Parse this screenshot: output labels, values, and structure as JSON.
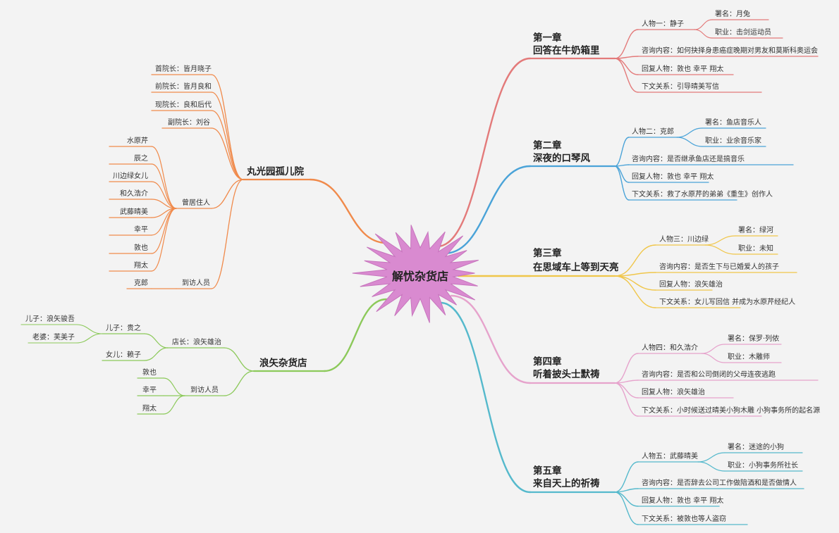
{
  "center": "解忧杂货店",
  "colors": {
    "ch1": "#e37a7a",
    "ch2": "#4aa3d8",
    "ch3": "#f0c64a",
    "ch4": "#e6a3cc",
    "ch5": "#55b9cc",
    "orphanage": "#f08a4b",
    "shop": "#8cc95a",
    "center_fill": "#d98ad0",
    "background": "#f3f3f3"
  },
  "chapters": [
    {
      "title1": "第一章",
      "title2": "回答在牛奶箱里",
      "person": "人物一：静子",
      "alias": "署名：月兔",
      "job": "职业：击剑运动员",
      "consult": "咨询内容：如何抉择身患癌症晚期对男友和莫斯科奥运会",
      "reply": "回复人物：敦也 幸平 翔太",
      "next": "下文关系：引导晴美写信"
    },
    {
      "title1": "第二章",
      "title2": "深夜的口琴风",
      "person": "人物二：克郎",
      "alias": "署名：鱼店音乐人",
      "job": "职业：业余音乐家",
      "consult": "咨询内容：是否继承鱼店还是搞音乐",
      "reply": "回复人物：敦也 幸平 翔太",
      "next": "下文关系：救了水原芹的弟弟《重生》创作人"
    },
    {
      "title1": "第三章",
      "title2": "在思域车上等到天亮",
      "person": "人物三：川边绿",
      "alias": "署名：绿河",
      "job": "职业：未知",
      "consult": "咨询内容：是否生下与已婚爱人的孩子",
      "reply": "回复人物：浪矢雄治",
      "next": "下文关系：女儿写回信 并成为水原芹经纪人"
    },
    {
      "title1": "第四章",
      "title2": "听着披头士默祷",
      "person": "人物四：和久浩介",
      "alias": "署名：保罗·列侬",
      "job": "职业：木雕师",
      "consult": "咨询内容：是否和公司倒闭的父母连夜逃跑",
      "reply": "回复人物：浪矢雄治",
      "next": "下文关系：小时候送过晴美小狗木雕 小狗事务所的起名源"
    },
    {
      "title1": "第五章",
      "title2": "来自天上的祈祷",
      "person": "人物五：武藤晴美",
      "alias": "署名：迷途的小狗",
      "job": "职业：小狗事务所社长",
      "consult": "咨询内容：是否辞去公司工作做陪酒和是否做情人",
      "reply": "回复人物：敦也 幸平 翔太",
      "next": "下文关系：被敦也等人盗窃"
    }
  ],
  "orphanage": {
    "title": "丸光园孤儿院",
    "heads": [
      "首院长：皆月晓子",
      "前院长：皆月良和",
      "现院长：良和后代",
      "副院长：刘谷"
    ],
    "residents_label": "曾居住人",
    "residents": [
      "水原芹",
      "辰之",
      "川边绿女儿",
      "和久浩介",
      "武藤晴美",
      "幸平",
      "敦也",
      "翔太"
    ],
    "visitor_label": "到访人员",
    "visitors": [
      "克郎"
    ]
  },
  "shop": {
    "title": "浪矢杂货店",
    "owner": "店长：浪矢雄治",
    "son": "儿子：贵之",
    "grandson": "儿子：浪矢骏吾",
    "wife": "老婆：芙美子",
    "daughter": "女儿：赖子",
    "visitor_label": "到访人员",
    "visitors": [
      "敦也",
      "幸平",
      "翔太"
    ]
  }
}
